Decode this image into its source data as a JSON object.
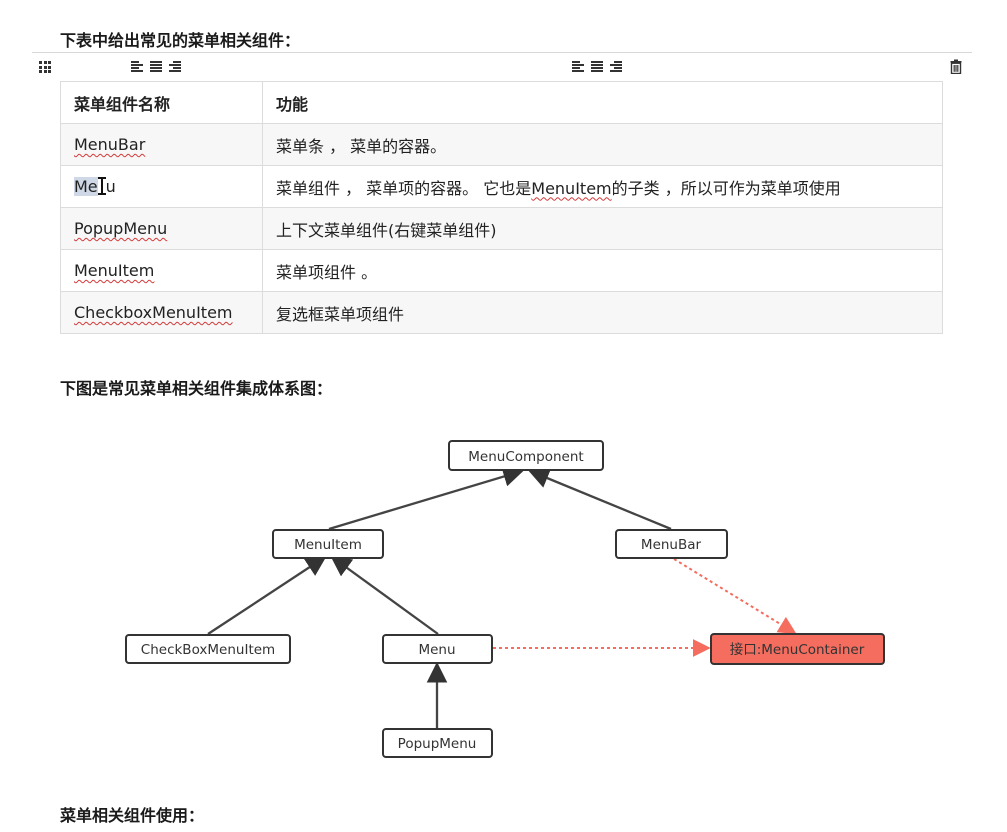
{
  "headings": {
    "table_intro": "下表中给出常见的菜单相关组件：",
    "diagram_intro": "下图是常见菜单相关组件集成体系图：",
    "usage": "菜单相关组件使用："
  },
  "table": {
    "headers": [
      "菜单组件名称",
      "功能"
    ],
    "rows": [
      {
        "name": "MenuBar",
        "desc": "菜单条 ， 菜单的容器。"
      },
      {
        "name_sel": "Me",
        "name_rest": "u",
        "desc_a": "菜单组件 ， 菜单项的容器。 它也是",
        "desc_b": "MenuItem",
        "desc_c": "的子类 ，所以可作为菜单项使用"
      },
      {
        "name": "PopupMenu",
        "desc": "上下文菜单组件(右键菜单组件)"
      },
      {
        "name": "MenuItem",
        "desc": "菜单项组件 。"
      },
      {
        "name": "CheckboxMenuItem",
        "desc": "复选框菜单项组件"
      }
    ]
  },
  "diagram": {
    "nodes": {
      "menu_component": "MenuComponent",
      "menu_item": "MenuItem",
      "menu_bar": "MenuBar",
      "checkbox_menu_item": "CheckBoxMenuItem",
      "menu": "Menu",
      "menu_container": "接口:MenuContainer",
      "popup_menu": "PopupMenu"
    },
    "colors": {
      "node_border": "#333333",
      "interface_fill": "#f46d5e",
      "dashed_arrow": "#f46d5e"
    }
  },
  "colors": {
    "spellcheck_underline": "#d23a3a",
    "selection": "#cfd8e6"
  }
}
